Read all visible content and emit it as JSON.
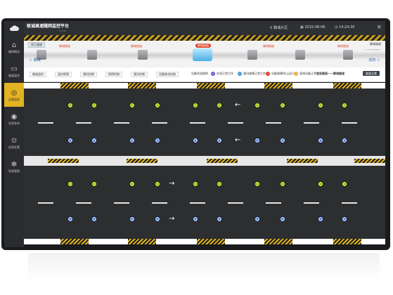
{
  "app": {
    "title": "联诚高速隧网监控平台",
    "version": "V 3.31",
    "location": "聊城片区",
    "date": "2015-08-06",
    "time": "14:24:30"
  },
  "sidebar": {
    "items": [
      {
        "label": "隧网概览",
        "icon": "home-icon"
      },
      {
        "label": "隧道监控",
        "icon": "monitor-icon"
      },
      {
        "label": "运营监控",
        "icon": "pulse-icon",
        "active": true
      },
      {
        "label": "信息发布",
        "icon": "info-icon"
      },
      {
        "label": "应急处置",
        "icon": "warning-icon"
      },
      {
        "label": "系统管理",
        "icon": "settings-icon"
      }
    ]
  },
  "tunnel_bar": {
    "left_button": "双王隧道",
    "right_label": "聊城隧道",
    "left_direction": "聊城",
    "right_direction": "东阿",
    "active_tag": "聊城隧道",
    "labels": [
      "聊城隧道",
      "聊城隧道",
      "聊城隧道",
      "聊城隧道",
      "聊城隧道"
    ],
    "small_button": "全部切换"
  },
  "toolbar": {
    "buttons": [
      "隧道监控",
      "监控视频",
      "通风控制",
      "照明控制",
      "通讯控制",
      "设备联动控制"
    ],
    "legend": [
      {
        "label": "设备状态图例",
        "color": "#e2e2e2",
        "mark": ""
      },
      {
        "label": "在线正常工作",
        "color": "#7457d1",
        "mark": "S"
      },
      {
        "label": "通讯故障正常工作",
        "color": "#3f9ad8",
        "mark": "T"
      },
      {
        "label": "设备故障停止运行",
        "color": "#e0452d",
        "mark": "!"
      },
      {
        "label": "离线设备正常工作",
        "color": "#f0a83a",
        "mark": "O"
      }
    ],
    "route": "双王隧道——聊城隧道",
    "back_button": "隧道全景"
  }
}
